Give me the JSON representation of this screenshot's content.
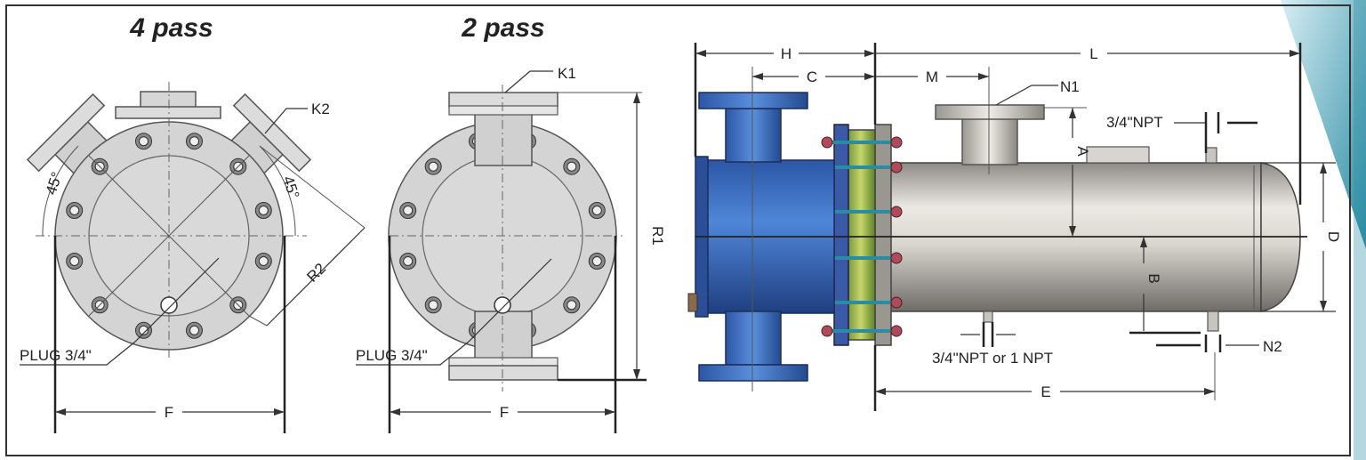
{
  "views": {
    "four_pass": {
      "title": "4 pass",
      "k2": "K2",
      "r2": "R2",
      "angle_left": "45°",
      "angle_right": "45°",
      "plug": "PLUG 3/4\"",
      "f": "F"
    },
    "two_pass": {
      "title": "2 pass",
      "k1": "K1",
      "r1": "R1",
      "plug": "PLUG 3/4\"",
      "f": "F"
    },
    "side": {
      "h": "H",
      "c": "C",
      "m": "M",
      "l": "L",
      "n1": "N1",
      "a": "A",
      "b": "B",
      "d": "D",
      "e": "E",
      "n2": "N2",
      "npt_top": "3/4\"NPT",
      "npt_bottom": "3/4\"NPT or 1 NPT"
    }
  },
  "colors": {
    "shell_gray": "#cfcfcf",
    "channel_blue": "#2e5fb0",
    "tubesheet_green": "#8fb04a",
    "bolt_red": "#b04a5a",
    "accent_teal": "#2a8ca3"
  }
}
